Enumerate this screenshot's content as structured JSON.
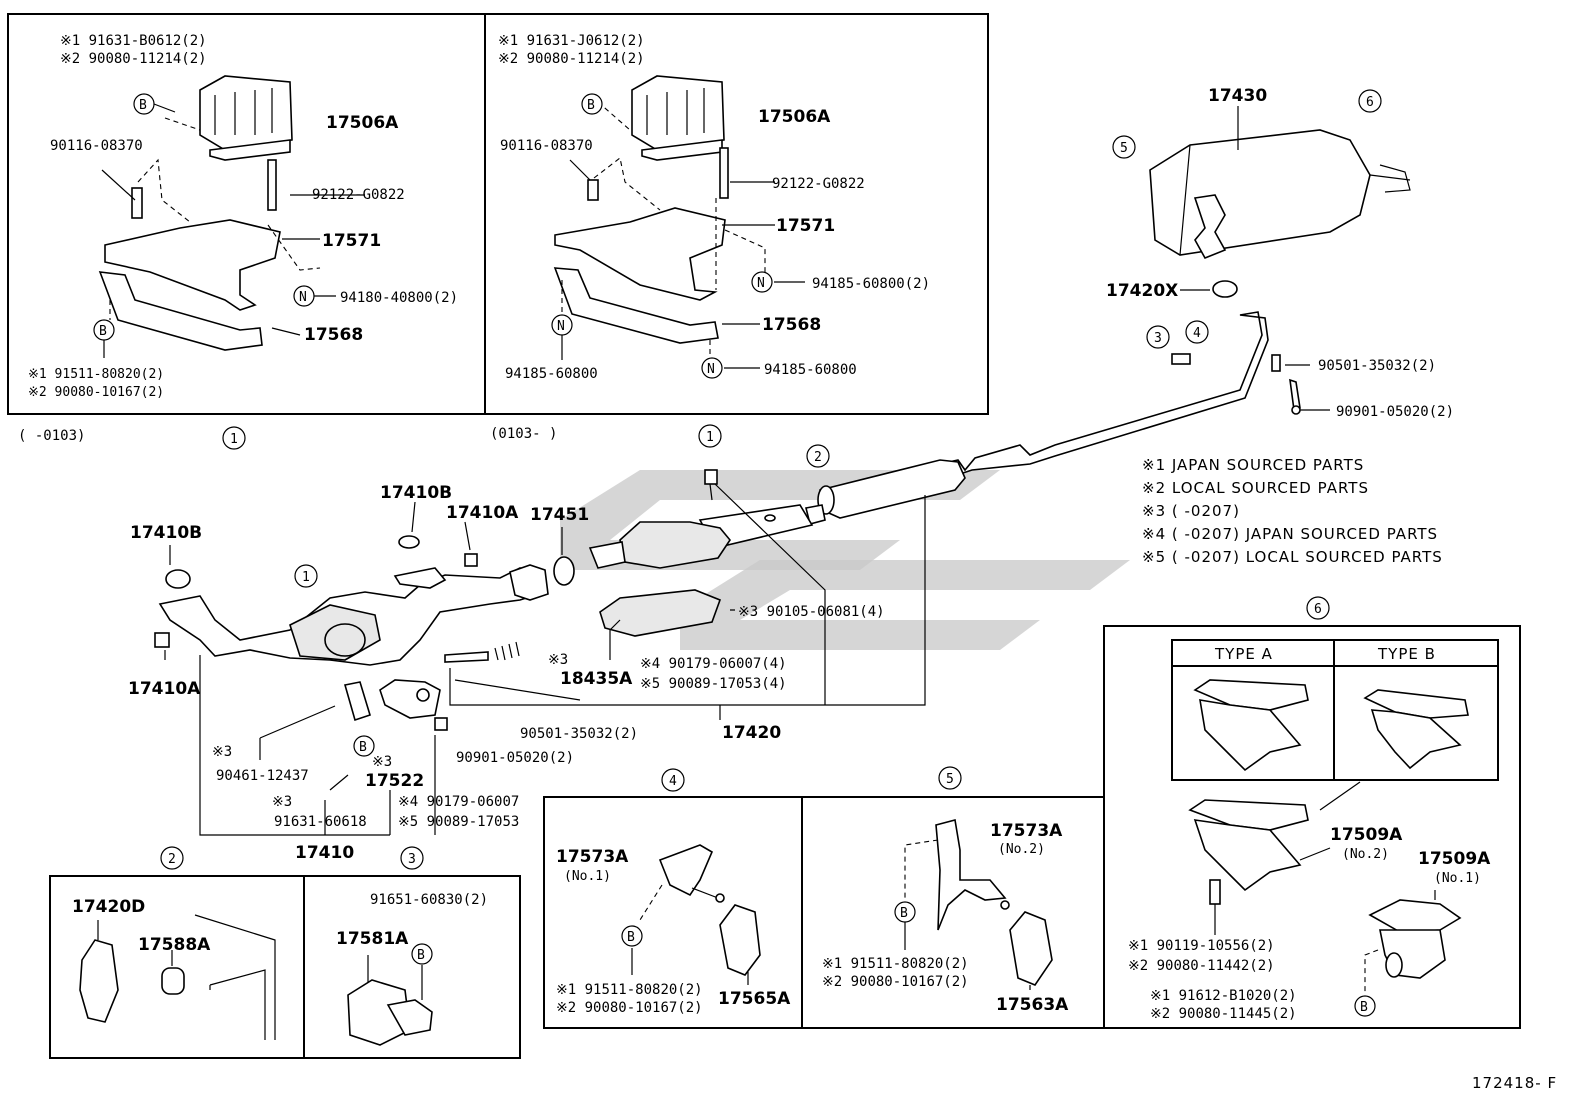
{
  "diagram_id": "172418- F",
  "legend": [
    "※1 JAPAN SOURCED PARTS",
    "※2 LOCAL SOURCED PARTS",
    "※3 (     -0207)",
    "※4 (     -0207) JAPAN SOURCED PARTS",
    "※5 (     -0207) LOCAL SOURCED PARTS"
  ],
  "date_ranges": {
    "left": "(    -0103)",
    "right": "(0103-      )"
  },
  "circled": {
    "one": "1",
    "two": "2",
    "three": "3",
    "four": "4",
    "five": "5",
    "six": "6",
    "B": "B",
    "N": "N"
  },
  "panel_a": {
    "ref1": "※1 91631-B0612(2)",
    "ref2": "※2 90080-11214(2)",
    "p17506a": "17506A",
    "p90116": "90116-08370",
    "p92122": "92122-G0822",
    "p17571": "17571",
    "p94180": "94180-40800(2)",
    "p17568": "17568",
    "ref3": "※1 91511-80820(2)",
    "ref4": "※2 90080-10167(2)"
  },
  "panel_b": {
    "ref1": "※1 91631-J0612(2)",
    "ref2": "※2 90080-11214(2)",
    "p17506a": "17506A",
    "p90116": "90116-08370",
    "p92122": "92122-G0822",
    "p17571": "17571",
    "p94185a": "94185-60800(2)",
    "p17568": "17568",
    "p94185b": "94185-60800",
    "p94185c": "94185-60800"
  },
  "main": {
    "p17430": "17430",
    "p17420x": "17420X",
    "p90501a": "90501-35032(2)",
    "p90901a": "90901-05020(2)",
    "p17410b1": "17410B",
    "p17410b2": "17410B",
    "p17410a1": "17410A",
    "p17410a2": "17410A",
    "p17451": "17451",
    "p90105": "※3 90105-06081(4)",
    "p18435a": "18435A",
    "p18435a_note": "※3",
    "p90179a": "※4 90179-06007(4)",
    "p90089a": "※5 90089-17053(4)",
    "p17420": "17420",
    "p90501b": "90501-35032(2)",
    "p90901b": "90901-05020(2)",
    "p90461_note": "※3",
    "p90461": "90461-12437",
    "p17522_note": "※3",
    "p17522": "17522",
    "p91631_note": "※3",
    "p91631": "91631-60618",
    "p90179b": "※4 90179-06007",
    "p90089b": "※5 90089-17053",
    "p17410": "17410"
  },
  "box2": {
    "p17420d": "17420D",
    "p17588a": "17588A"
  },
  "box3": {
    "p91651": "91651-60830(2)",
    "p17581a": "17581A"
  },
  "box4": {
    "p17573a": "17573A",
    "p17573a_sub": "(No.1)",
    "ref1": "※1 91511-80820(2)",
    "ref2": "※2 90080-10167(2)",
    "p17565a": "17565A"
  },
  "box5": {
    "p17573a": "17573A",
    "p17573a_sub": "(No.2)",
    "ref1": "※1 91511-80820(2)",
    "ref2": "※2 90080-10167(2)",
    "p17563a": "17563A"
  },
  "box6": {
    "type_a": "TYPE A",
    "type_b": "TYPE B",
    "p17509a2": "17509A",
    "p17509a2_sub": "(No.2)",
    "p17509a1": "17509A",
    "p17509a1_sub": "(No.1)",
    "ref1": "※1 90119-10556(2)",
    "ref2": "※2 90080-11442(2)",
    "ref3": "※1 91612-B1020(2)",
    "ref4": "※2 90080-11445(2)"
  }
}
